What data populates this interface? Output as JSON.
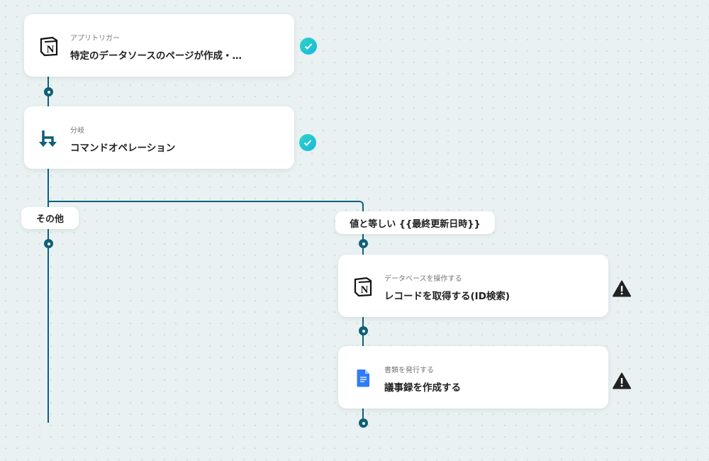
{
  "steps": [
    {
      "subtitle": "アプリトリガー",
      "title": "特定のデータソースのページが作成・…",
      "icon": "notion-icon",
      "status": "complete"
    },
    {
      "subtitle": "分岐",
      "title": "コマンドオペレーション",
      "icon": "branch-icon",
      "status": "complete"
    }
  ],
  "branches": {
    "left_label": "その他",
    "right_label": "値と等しい {{最終更新日時}}",
    "right_steps": [
      {
        "subtitle": "データベースを操作する",
        "title": "レコードを取得する(ID検索)",
        "icon": "notion-icon",
        "status": "warning"
      },
      {
        "subtitle": "書類を発行する",
        "title": "議事録を作成する",
        "icon": "google-docs-icon",
        "status": "warning"
      }
    ]
  },
  "colors": {
    "line": "#0f5f78",
    "check": "#1bb6e0",
    "warning": "#222222"
  }
}
